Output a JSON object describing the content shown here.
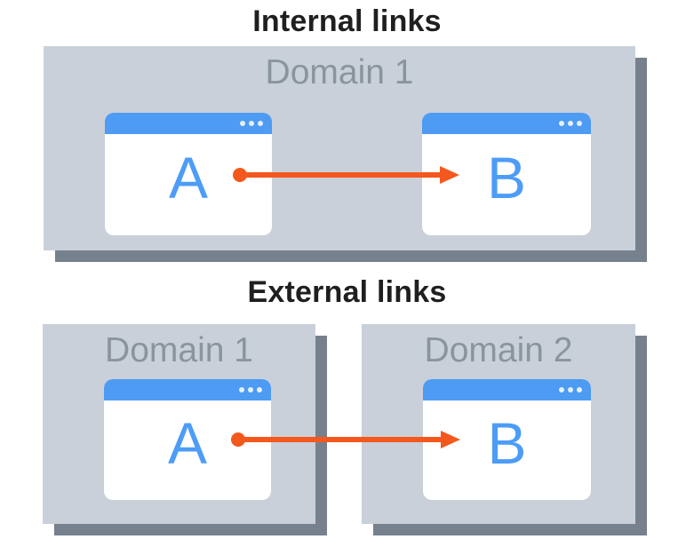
{
  "sections": {
    "internal": {
      "title": "Internal links",
      "domain": {
        "label": "Domain 1"
      },
      "page_a": {
        "label": "A"
      },
      "page_b": {
        "label": "B"
      }
    },
    "external": {
      "title": "External links",
      "domain_1": {
        "label": "Domain 1"
      },
      "domain_2": {
        "label": "Domain 2"
      },
      "page_a": {
        "label": "A"
      },
      "page_b": {
        "label": "B"
      }
    }
  },
  "icons": {
    "window_menu_dots": "three-dots-menu",
    "arrow_start": "dot",
    "arrow_end": "arrowhead-right"
  },
  "colors": {
    "title_text": "#1f1f1f",
    "domain_box_fill": "#c9d0d9",
    "domain_box_shadow": "#76818d",
    "domain_label_text": "#8a949f",
    "browser_header_blue": "#4d9bf2",
    "page_letter_blue": "#4d9cf7",
    "arrow_orange": "#f4581c",
    "background": "#ffffff"
  }
}
